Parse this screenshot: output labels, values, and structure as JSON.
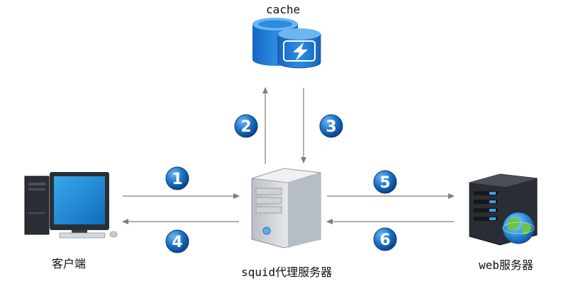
{
  "labels": {
    "cache": "cache",
    "client": "客户端",
    "proxy": "squid代理服务器",
    "web_server": "web服务器"
  },
  "steps": [
    "1",
    "2",
    "3",
    "4",
    "5",
    "6"
  ],
  "colors": {
    "badge_blue": "#1a6fc4",
    "cache_blue": "#1c7ed6",
    "arrow_gray": "#7f7f7f",
    "monitor_screen": "#1e8fd6",
    "server_gray": "#c8cdd2",
    "web_server_dark": "#2a2d33",
    "web_server_led": "#3aa0e8"
  },
  "icons": {
    "cache": "database-lightning-icon",
    "client": "desktop-computer-icon",
    "proxy": "server-tower-icon",
    "web_server": "web-server-globe-icon"
  }
}
